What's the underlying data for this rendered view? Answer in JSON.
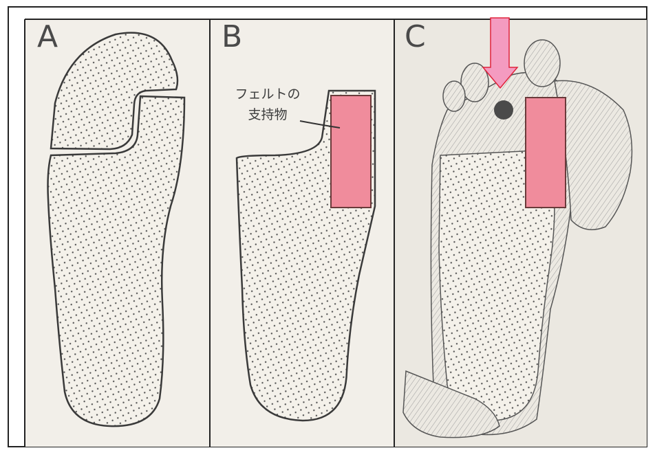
{
  "panels": [
    {
      "letter": "A"
    },
    {
      "letter": "B",
      "callout_line1": "フェルトの",
      "callout_line2": "支持物"
    },
    {
      "letter": "C"
    }
  ],
  "colors": {
    "felt_pad": "#f08c9c",
    "arrow": "#f49bc0",
    "stipple": "#555555",
    "outline": "#3a3a3a",
    "background": "#f2efe9"
  }
}
